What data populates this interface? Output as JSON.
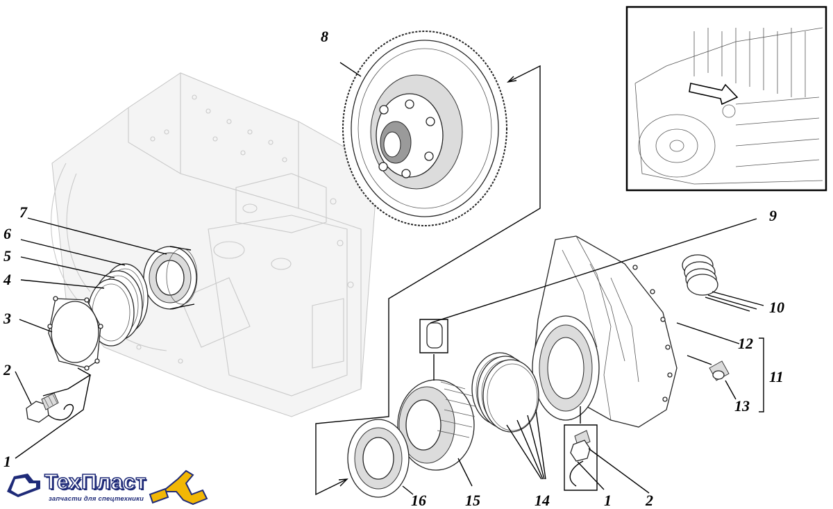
{
  "diagram": {
    "callouts": {
      "c1_left": "1",
      "c2_left": "2",
      "c3": "3",
      "c4": "4",
      "c5": "5",
      "c6": "6",
      "c7": "7",
      "c8": "8",
      "c9": "9",
      "c10": "10",
      "c11": "11",
      "c12": "12",
      "c13": "13",
      "c14": "14",
      "c15": "15",
      "c16": "16",
      "c1_right": "1",
      "c2_right": "2"
    }
  },
  "logo": {
    "name": "ТехПласт",
    "tagline": "запчасти для спецтехники",
    "colors": {
      "text": "#ffffff",
      "outline": "#1e2a78",
      "excavator": "#f2b705"
    }
  }
}
